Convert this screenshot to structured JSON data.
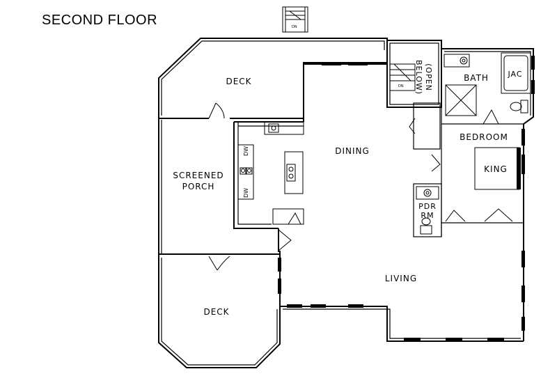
{
  "floor_title": "SECOND FLOOR",
  "rooms": {
    "deck_top": "DECK",
    "screened_porch_line1": "SCREENED",
    "screened_porch_line2": "PORCH",
    "dining": "DINING",
    "living": "LIVING",
    "deck_bottom": "DECK",
    "bath": "BATH",
    "jacuzzi": "JAC",
    "bedroom": "BEDROOM",
    "bed": "KING",
    "powder_room_line1": "PDR",
    "powder_room_line2": "RM",
    "open_below_line1": "(OPEN",
    "open_below_line2": "BELOW)"
  },
  "fixtures": {
    "dishwasher_1": "DW",
    "dishwasher_2": "DW",
    "stair_label_top": "DN",
    "stair_label_mid": "DN"
  }
}
